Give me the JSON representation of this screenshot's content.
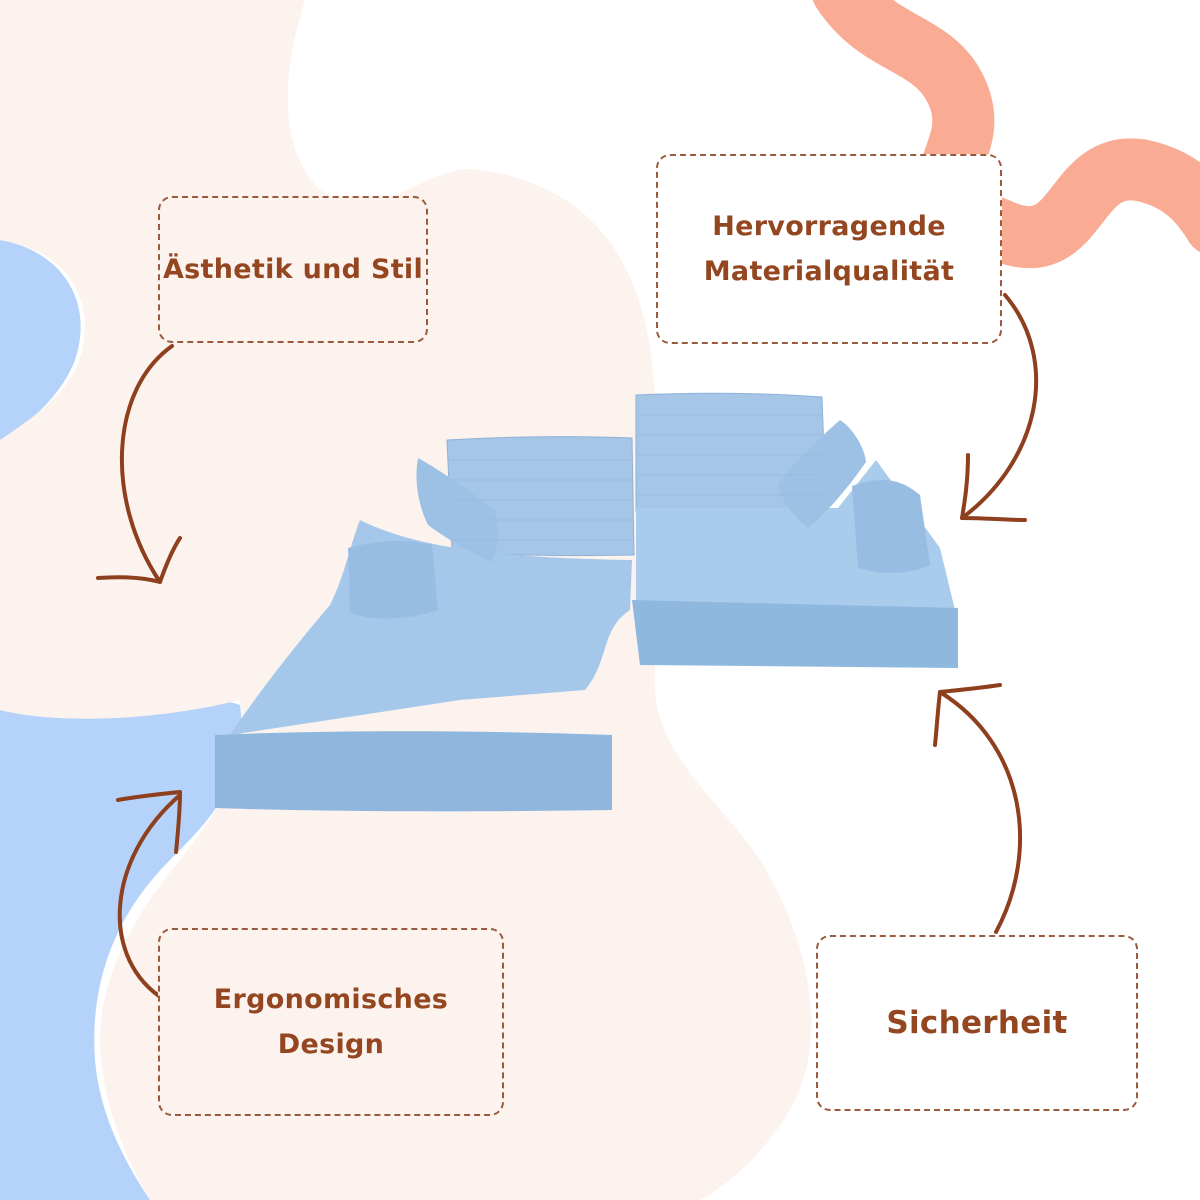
{
  "features": {
    "aesthetics": {
      "label": "Ästhetik und Stil"
    },
    "material": {
      "line1": "Hervorragende",
      "line2": "Materialqualität"
    },
    "ergonomic": {
      "line1": "Ergonomisches",
      "line2": "Design"
    },
    "safety": {
      "label": "Sicherheit"
    }
  },
  "colors": {
    "label_text": "#93461f",
    "dashed_border": "#9a5a3e",
    "arrow": "#8d3f1e",
    "cream_blob": "#fdf3ee",
    "blue_blob": "#b5d2fb",
    "salmon_wave": "#f9ab94",
    "sofa_blue": "#9fc4e6"
  },
  "icons": [
    "curved-arrow-icon"
  ],
  "image": {
    "subject": "sofa-image"
  }
}
